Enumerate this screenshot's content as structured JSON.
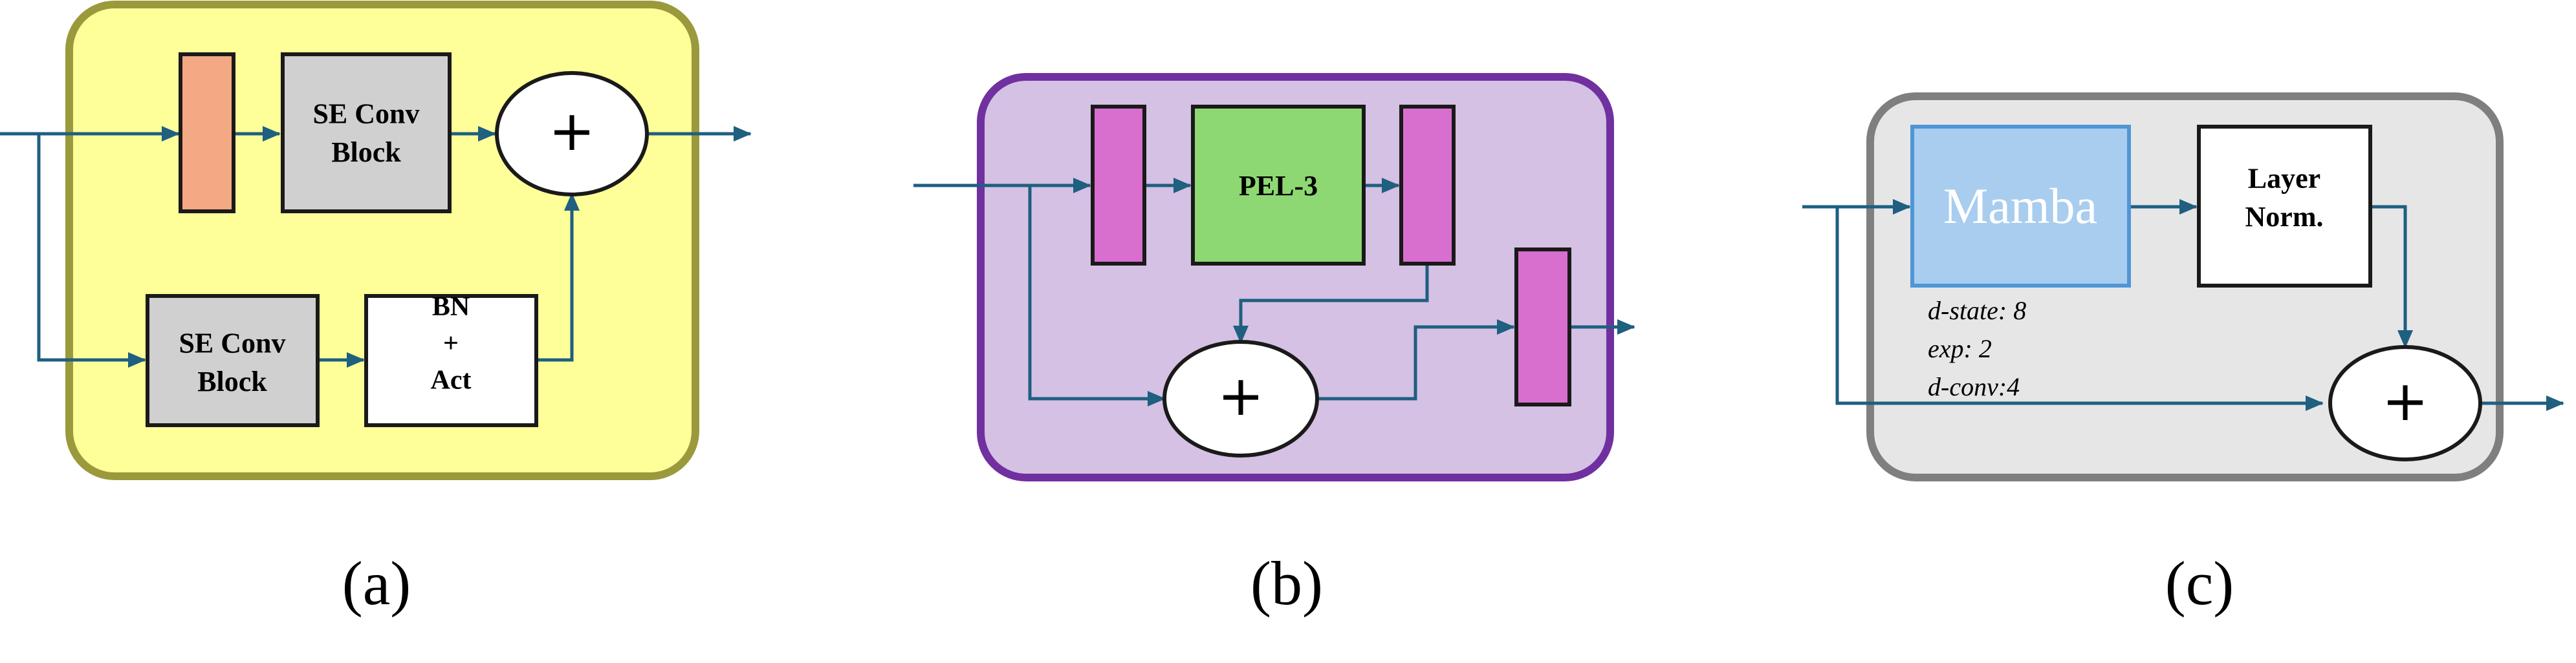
{
  "panel_a": {
    "se_conv_top": "SE Conv|Block",
    "se_conv_bottom": "SE Conv|Block",
    "bn_act": "BN|+|Act",
    "plus": "+",
    "caption": "(a)"
  },
  "panel_b": {
    "pel": "PEL-3",
    "plus": "+",
    "caption": "(b)"
  },
  "panel_c": {
    "mamba": "Mamba",
    "layer_norm": "Layer|Norm.",
    "params": [
      "d-state: 8",
      "exp: 2",
      "d-conv:4"
    ],
    "plus": "+",
    "caption": "(c)"
  },
  "colors": {
    "arrow": "#1f5f80",
    "panel_a_fill": "#ffff99",
    "panel_a_border": "#9a9a3c",
    "panel_b_fill": "#d5c1e3",
    "panel_b_border": "#7030a0",
    "panel_c_fill": "#e6e6e6",
    "panel_c_border": "#7f7f7f",
    "orange_block": "#f3a983",
    "pink_block": "#d86fcf",
    "green_block": "#8ed873",
    "mamba_block": "#a9cdee",
    "gray_block": "#d0d0d0"
  }
}
